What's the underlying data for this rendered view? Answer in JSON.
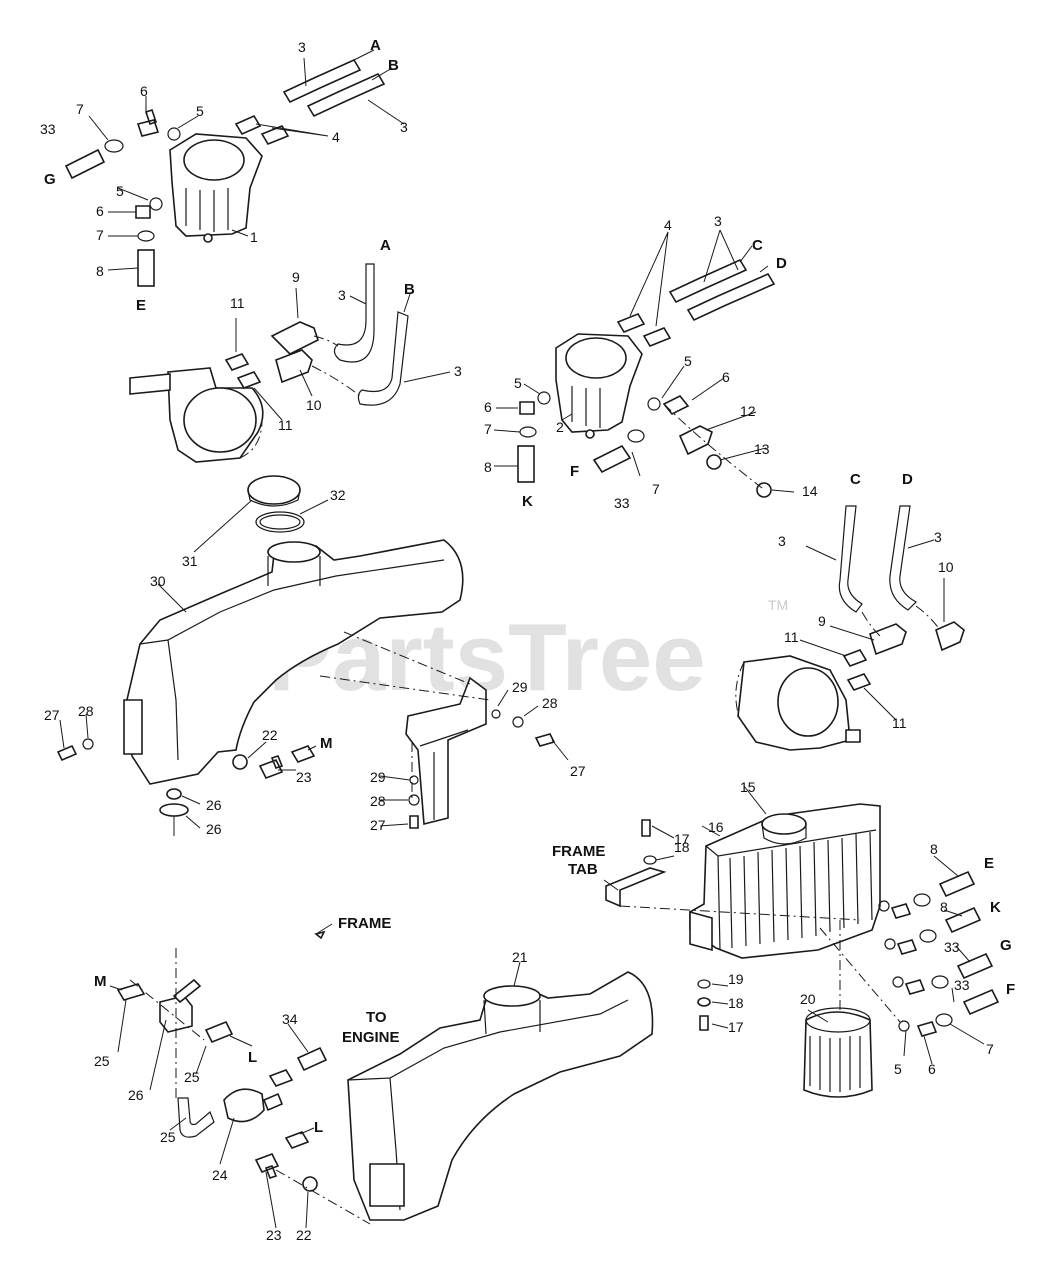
{
  "watermark": {
    "text": "PartsTree",
    "trademark": "TM"
  },
  "annotations": {
    "frame": "FRAME",
    "frame_tab_line1": "FRAME",
    "frame_tab_line2": "TAB",
    "to_engine_line1": "TO",
    "to_engine_line2": "ENGINE"
  },
  "callouts": [
    {
      "id": "c01",
      "text": "3"
    },
    {
      "id": "c02",
      "text": "A"
    },
    {
      "id": "c03",
      "text": "B"
    },
    {
      "id": "c04",
      "text": "3"
    },
    {
      "id": "c05",
      "text": "7"
    },
    {
      "id": "c06",
      "text": "6"
    },
    {
      "id": "c07",
      "text": "5"
    },
    {
      "id": "c08",
      "text": "4"
    },
    {
      "id": "c09",
      "text": "33"
    },
    {
      "id": "c10",
      "text": "G"
    },
    {
      "id": "c11",
      "text": "5"
    },
    {
      "id": "c12",
      "text": "6"
    },
    {
      "id": "c13",
      "text": "7"
    },
    {
      "id": "c14",
      "text": "1"
    },
    {
      "id": "c15",
      "text": "8"
    },
    {
      "id": "c16",
      "text": "E"
    },
    {
      "id": "c17",
      "text": "9"
    },
    {
      "id": "c18",
      "text": "A"
    },
    {
      "id": "c19",
      "text": "3"
    },
    {
      "id": "c20",
      "text": "B"
    },
    {
      "id": "c21",
      "text": "11"
    },
    {
      "id": "c22",
      "text": "3"
    },
    {
      "id": "c23",
      "text": "10"
    },
    {
      "id": "c24",
      "text": "11"
    },
    {
      "id": "c25",
      "text": "4"
    },
    {
      "id": "c26",
      "text": "3"
    },
    {
      "id": "c27",
      "text": "C"
    },
    {
      "id": "c28",
      "text": "D"
    },
    {
      "id": "c29",
      "text": "5"
    },
    {
      "id": "c30",
      "text": "5"
    },
    {
      "id": "c31",
      "text": "6"
    },
    {
      "id": "c32",
      "text": "6"
    },
    {
      "id": "c33",
      "text": "12"
    },
    {
      "id": "c34",
      "text": "7"
    },
    {
      "id": "c35",
      "text": "2"
    },
    {
      "id": "c36",
      "text": "13"
    },
    {
      "id": "c37",
      "text": "8"
    },
    {
      "id": "c38",
      "text": "F"
    },
    {
      "id": "c39",
      "text": "7"
    },
    {
      "id": "c40",
      "text": "33"
    },
    {
      "id": "c41",
      "text": "K"
    },
    {
      "id": "c42",
      "text": "14"
    },
    {
      "id": "c43",
      "text": "32"
    },
    {
      "id": "c44",
      "text": "31"
    },
    {
      "id": "c45",
      "text": "30"
    },
    {
      "id": "c46",
      "text": "C"
    },
    {
      "id": "c47",
      "text": "D"
    },
    {
      "id": "c48",
      "text": "3"
    },
    {
      "id": "c49",
      "text": "3"
    },
    {
      "id": "c50",
      "text": "10"
    },
    {
      "id": "c51",
      "text": "9"
    },
    {
      "id": "c52",
      "text": "11"
    },
    {
      "id": "c53",
      "text": "11"
    },
    {
      "id": "c54",
      "text": "29"
    },
    {
      "id": "c55",
      "text": "28"
    },
    {
      "id": "c56",
      "text": "27"
    },
    {
      "id": "c57",
      "text": "28"
    },
    {
      "id": "c58",
      "text": "27"
    },
    {
      "id": "c59",
      "text": "22"
    },
    {
      "id": "c60",
      "text": "M"
    },
    {
      "id": "c61",
      "text": "23"
    },
    {
      "id": "c62",
      "text": "29"
    },
    {
      "id": "c63",
      "text": "28"
    },
    {
      "id": "c64",
      "text": "27"
    },
    {
      "id": "c65",
      "text": "26"
    },
    {
      "id": "c66",
      "text": "26"
    },
    {
      "id": "c67",
      "text": "15"
    },
    {
      "id": "c68",
      "text": "17"
    },
    {
      "id": "c69",
      "text": "16"
    },
    {
      "id": "c70",
      "text": "18"
    },
    {
      "id": "c71",
      "text": "8"
    },
    {
      "id": "c72",
      "text": "E"
    },
    {
      "id": "c73",
      "text": "8"
    },
    {
      "id": "c74",
      "text": "K"
    },
    {
      "id": "c75",
      "text": "33"
    },
    {
      "id": "c76",
      "text": "G"
    },
    {
      "id": "c77",
      "text": "33"
    },
    {
      "id": "c78",
      "text": "F"
    },
    {
      "id": "c79",
      "text": "19"
    },
    {
      "id": "c80",
      "text": "18"
    },
    {
      "id": "c81",
      "text": "17"
    },
    {
      "id": "c82",
      "text": "20"
    },
    {
      "id": "c83",
      "text": "5"
    },
    {
      "id": "c84",
      "text": "6"
    },
    {
      "id": "c85",
      "text": "7"
    },
    {
      "id": "c86",
      "text": "21"
    },
    {
      "id": "c87",
      "text": "M"
    },
    {
      "id": "c88",
      "text": "25"
    },
    {
      "id": "c89",
      "text": "26"
    },
    {
      "id": "c90",
      "text": "L"
    },
    {
      "id": "c91",
      "text": "25"
    },
    {
      "id": "c92",
      "text": "34"
    },
    {
      "id": "c93",
      "text": "25"
    },
    {
      "id": "c94",
      "text": "24"
    },
    {
      "id": "c95",
      "text": "L"
    },
    {
      "id": "c96",
      "text": "23"
    },
    {
      "id": "c97",
      "text": "22"
    }
  ]
}
